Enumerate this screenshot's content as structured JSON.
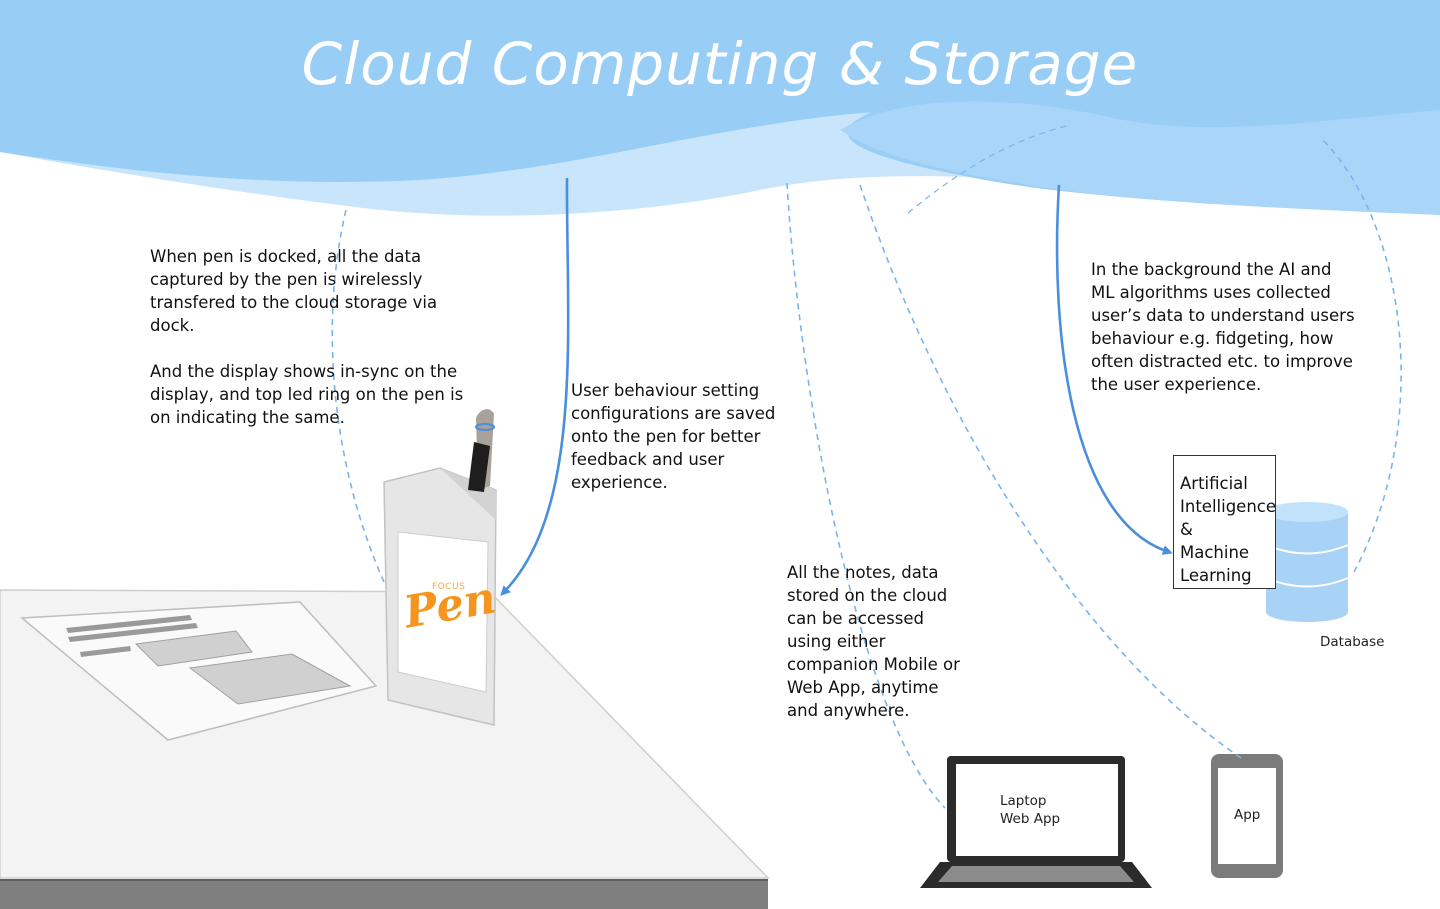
{
  "title": "Cloud Computing & Storage",
  "notes": {
    "docked": "When pen is docked, all the data\ncaptured by the pen is wirelessly\ntransfered to the cloud storage via\ndock.\n\nAnd the display shows in-sync on the\ndisplay, and top led ring on the pen is\non indicating the same.",
    "behaviour": "User behaviour setting\nconfigurations are saved\nonto the pen for better\nfeedback and user\nexperience.",
    "ai_ml": "In the background the AI and\nML algorithms uses collected\nuser’s data to understand users\nbehaviour e.g. fidgeting, how\noften distracted etc. to improve\nthe user experience.",
    "access": "All the notes, data\nstored on the cloud\ncan be accessed\nusing either\ncompanion Mobile or\nWeb App, anytime\nand anywhere."
  },
  "ai_box": "Artificial\nIntelligence\n&\nMachine\nLearning",
  "database_label": "Database",
  "laptop_label": "Laptop\nWeb App",
  "app_label": "App",
  "card_logo": {
    "top": "FOCUS",
    "main": "Pen"
  },
  "colors": {
    "cloud_dark": "#98cdf6",
    "cloud_light": "#c9e5fb",
    "arrow_solid": "#4a8fdc",
    "arrow_dashed": "#7ab4ea",
    "accent_orange": "#f5941f"
  },
  "icons": [
    "cloud-shape",
    "database-icon",
    "laptop-icon",
    "phone-icon",
    "pen-dock-illustration",
    "desk-illustration",
    "paper-notes-illustration"
  ]
}
